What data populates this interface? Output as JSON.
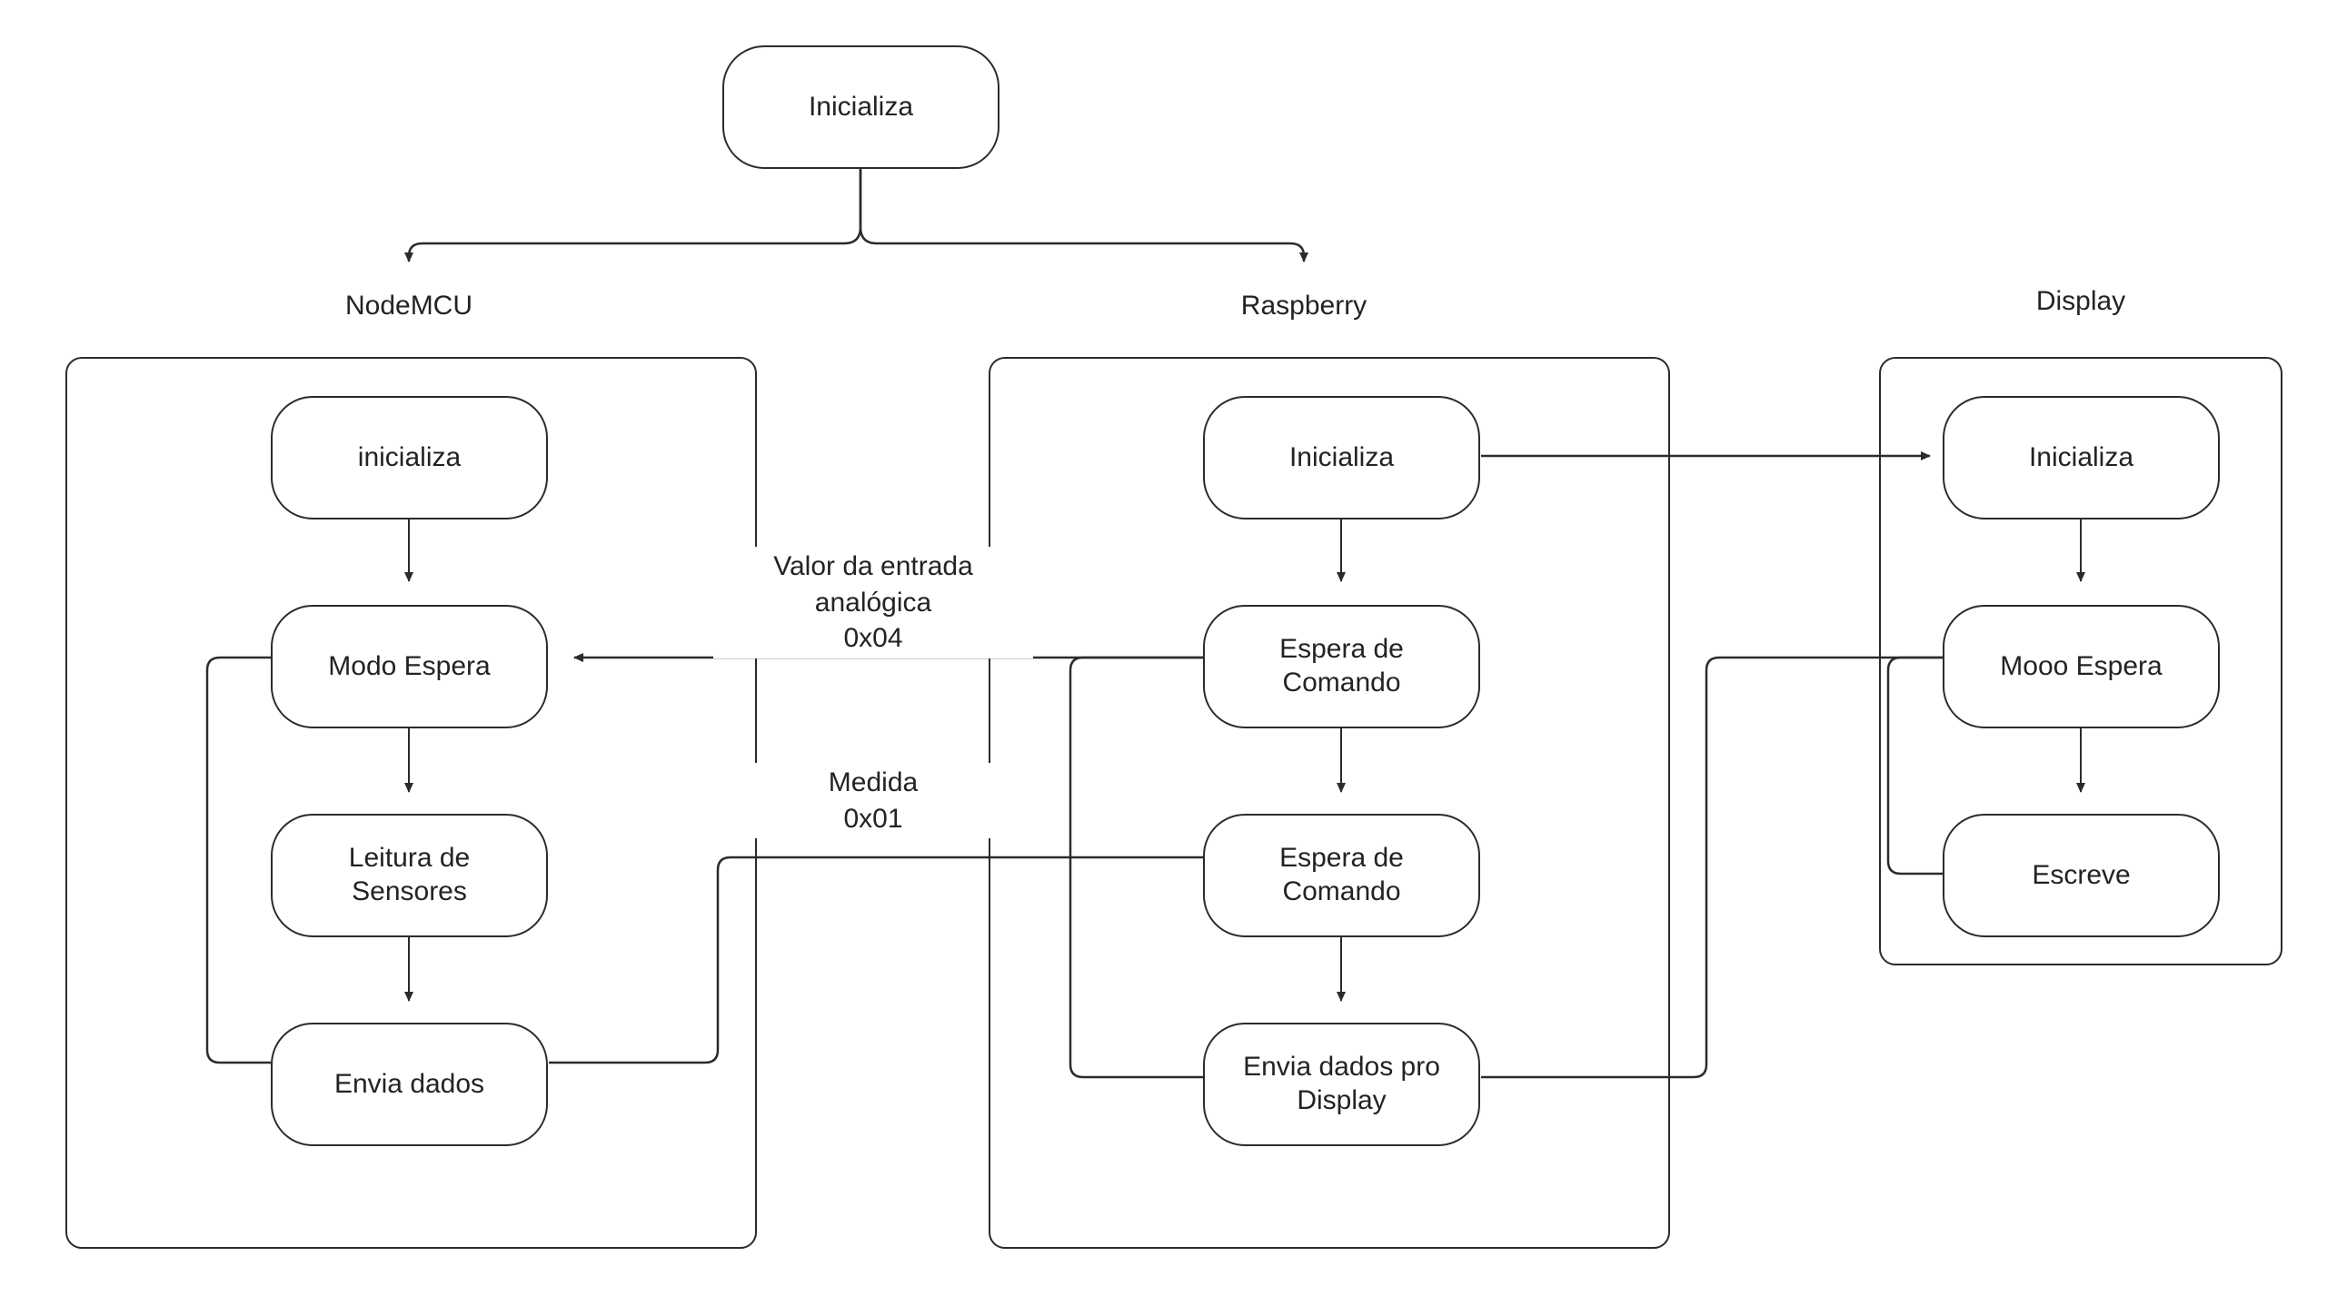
{
  "diagram": {
    "title_node": {
      "label": "Inicializa"
    },
    "columns": [
      {
        "id": "nodemcu",
        "label": "NodeMCU"
      },
      {
        "id": "raspberry",
        "label": "Raspberry"
      },
      {
        "id": "display",
        "label": "Display"
      }
    ],
    "nodes": {
      "root": {
        "label": "Inicializa"
      },
      "mcu_init": {
        "label": "inicializa"
      },
      "mcu_wait": {
        "label": "Modo Espera"
      },
      "mcu_read": {
        "label": "Leitura de\nSensores"
      },
      "mcu_send": {
        "label": "Envia dados"
      },
      "rpi_init": {
        "label": "Inicializa"
      },
      "rpi_wait1": {
        "label": "Espera de\nComando"
      },
      "rpi_wait2": {
        "label": "Espera de\nComando"
      },
      "rpi_send": {
        "label": "Envia dados pro\nDisplay"
      },
      "disp_init": {
        "label": "Inicializa"
      },
      "disp_wait": {
        "label": "Mooo Espera"
      },
      "disp_write": {
        "label": "Escreve"
      }
    },
    "edge_labels": {
      "analog": "Valor da entrada\nanalógica\n0x04",
      "medida": "Medida\n0x01"
    },
    "colors": {
      "stroke": "#2b2b2b",
      "text": "#232323",
      "background": "#ffffff"
    }
  }
}
